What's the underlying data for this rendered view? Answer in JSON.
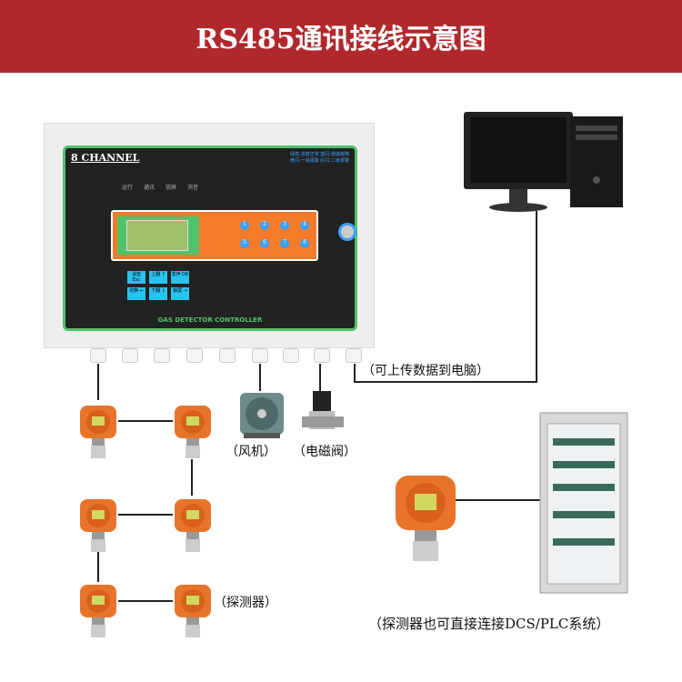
{
  "title": "RS485通讯接线示意图",
  "controller": {
    "channel_label": "8 CHANNEL",
    "model_label": "GAS DETECTOR CONTROLLER",
    "legend": [
      "绿亮:浓度正常 蓝闪:通道故障",
      "黄闪:一级报警 红闪:二级报警"
    ],
    "indicators": [
      "运行",
      "通讯",
      "锁屏",
      "消音"
    ],
    "keys": [
      "消音 Esc",
      "上翻 ↑",
      "发声 OK",
      "切换 ←",
      "下翻 ↓",
      "锁屏 →"
    ],
    "channels": [
      "1",
      "2",
      "3",
      "4",
      "5",
      "6",
      "7",
      "8"
    ]
  },
  "labels": {
    "pc": "（可上传数据到电脑）",
    "fan": "（风机）",
    "valve": "（电磁阀）",
    "detector": "（探测器）",
    "dcs": "（探测器也可直接连接DCS/PLC系统）"
  },
  "colors": {
    "header": "#b0282c",
    "detector": "#e8742a",
    "panel_border": "#4fc36a",
    "orange_band": "#f47b2a"
  }
}
